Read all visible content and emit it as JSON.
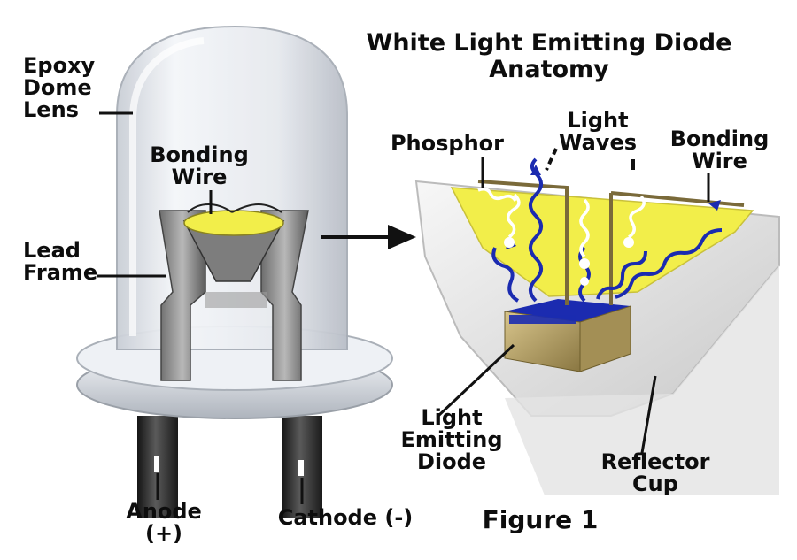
{
  "title": "White Light Emitting Diode\nAnatomy",
  "figure_caption": "Figure 1",
  "labels": {
    "epoxy_dome_lens": "Epoxy\nDome\nLens",
    "bonding_wire_left": "Bonding\nWire",
    "lead_frame": "Lead\nFrame",
    "anode": "Anode (+)",
    "cathode": "Cathode (-)",
    "phosphor": "Phosphor",
    "light_waves": "Light\nWaves",
    "bonding_wire_right": "Bonding\nWire",
    "light_emitting_diode": "Light\nEmitting\nDiode",
    "reflector_cup": "Reflector\nCup"
  },
  "colors": {
    "phosphor_yellow": "#f2ee4a",
    "chip_blue": "#1b2bb0",
    "chip_gold": "#b8a266",
    "dome_glass": "#e9edf2",
    "lead_dark": "#2b2b2b"
  }
}
